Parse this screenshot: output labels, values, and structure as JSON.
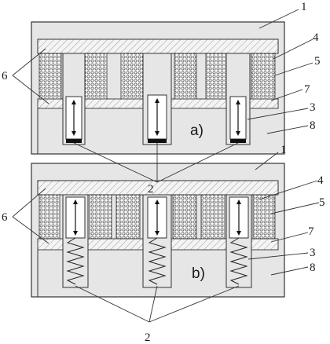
{
  "figure": {
    "panels": [
      {
        "tag": "a)",
        "spring": "cone",
        "callouts": {
          "frame": "1",
          "spring": "2",
          "piston": "3",
          "yoke": "4",
          "winding": "5",
          "coil": "6",
          "plate": "7",
          "body": "8"
        }
      },
      {
        "tag": "b)",
        "spring": "helical",
        "callouts": {
          "frame": "1",
          "spring": "2",
          "piston": "3",
          "yoke": "4",
          "winding": "5",
          "coil": "6",
          "plate": "7",
          "body": "8"
        }
      }
    ],
    "colors": {
      "housing": "#e6e6e6",
      "outline": "#333333",
      "hatch": "#9a9a9a",
      "coil_dot": "#555555",
      "piston": "#ffffff"
    }
  }
}
